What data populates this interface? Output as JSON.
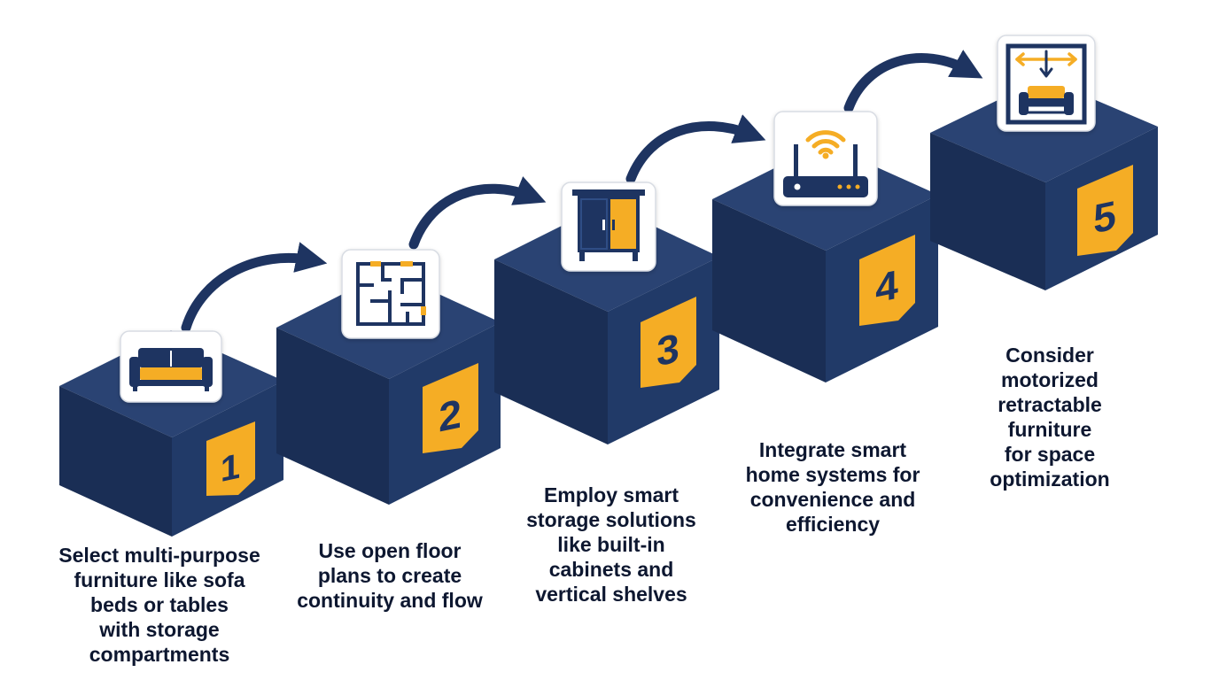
{
  "colors": {
    "cube_top": "#2a4373",
    "cube_left": "#1a2e55",
    "cube_right": "#213a68",
    "accent": "#f5ad25",
    "navy": "#1e3461",
    "text": "#0d1730"
  },
  "steps": [
    {
      "number": "1",
      "icon": "sofa-icon",
      "caption_lines": [
        "Select multi-purpose",
        "furniture like sofa",
        "beds or tables",
        "with storage",
        "compartments"
      ]
    },
    {
      "number": "2",
      "icon": "floor-plan-icon",
      "caption_lines": [
        "Use open floor",
        "plans to create",
        "continuity and flow"
      ]
    },
    {
      "number": "3",
      "icon": "cabinet-icon",
      "caption_lines": [
        "Employ smart",
        "storage solutions",
        "like built-in",
        "cabinets and",
        "vertical shelves"
      ]
    },
    {
      "number": "4",
      "icon": "router-icon",
      "caption_lines": [
        "Integrate smart",
        "home systems for",
        "convenience and",
        "efficiency"
      ]
    },
    {
      "number": "5",
      "icon": "retractable-furniture-icon",
      "caption_lines": [
        "Consider",
        "motorized",
        "retractable",
        "furniture",
        "for space",
        "optimization"
      ]
    }
  ]
}
